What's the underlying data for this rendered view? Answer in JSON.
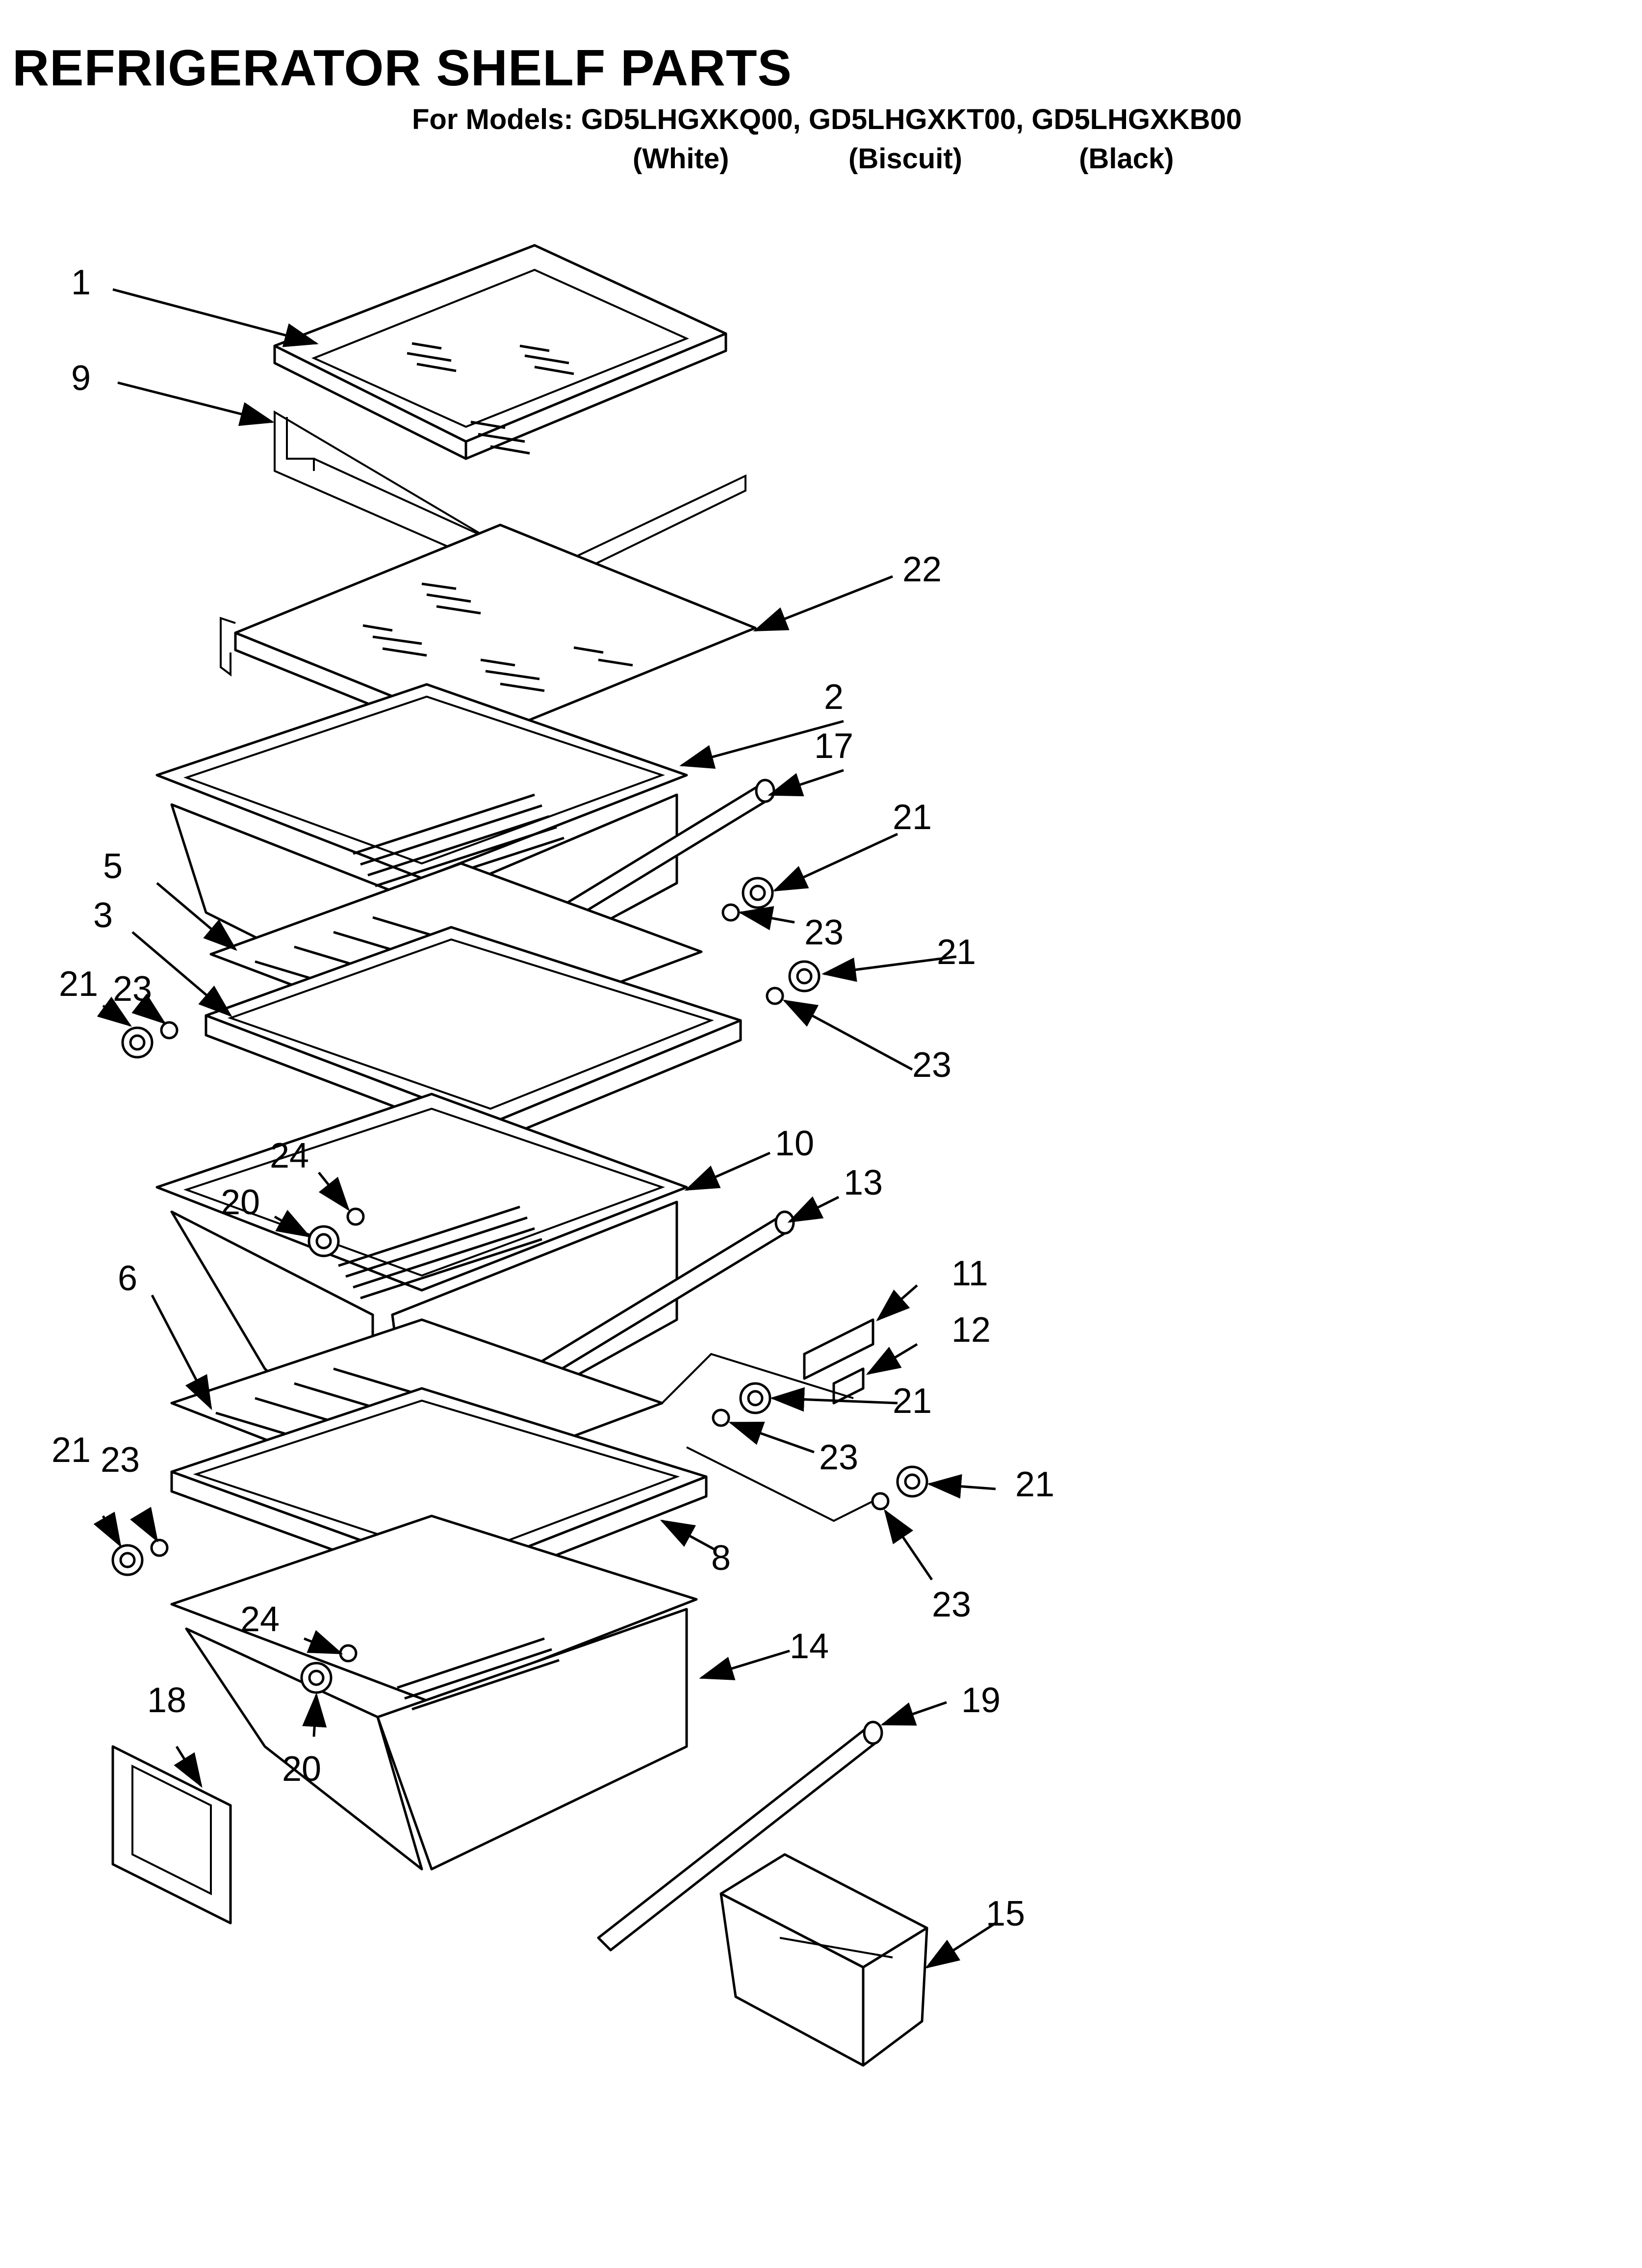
{
  "header": {
    "title": "REFRIGERATOR SHELF PARTS",
    "models_line": "For Models: GD5LHGXKQ00, GD5LHGXKT00, GD5LHGXKB00",
    "colors": [
      "(White)",
      "(Biscuit)",
      "(Black)"
    ]
  },
  "callouts": {
    "c1": "1",
    "c9": "9",
    "c22": "22",
    "c2": "2",
    "c17": "17",
    "c21a": "21",
    "c23a": "23",
    "c21b": "21",
    "c23b": "23",
    "c5": "5",
    "c3": "3",
    "c21c": "21",
    "c23c": "23",
    "c10": "10",
    "c13": "13",
    "c24a": "24",
    "c20a": "20",
    "c6": "6",
    "c11": "11",
    "c12": "12",
    "c21d": "21",
    "c23d": "23",
    "c21e": "21",
    "c23e": "23",
    "c21f": "21",
    "c23f": "23",
    "c8": "8",
    "c24b": "24",
    "c14": "14",
    "c18": "18",
    "c19": "19",
    "c20b": "20",
    "c15": "15"
  },
  "icons": [
    "arrowhead-icon"
  ]
}
